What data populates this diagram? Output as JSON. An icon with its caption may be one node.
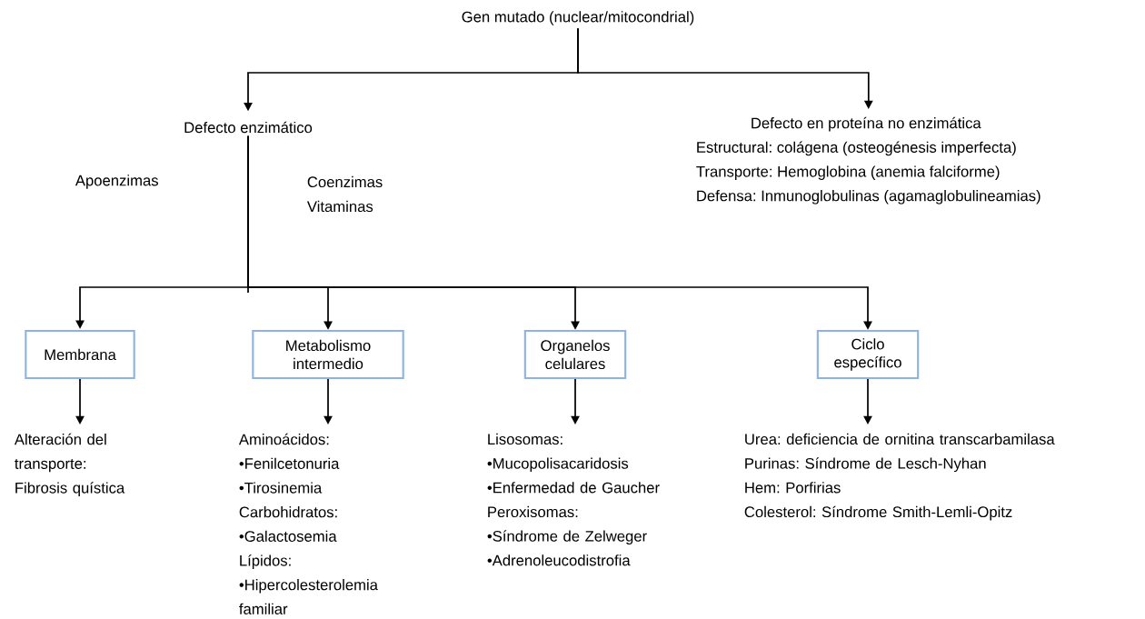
{
  "diagram": {
    "nodes": [
      {
        "text": [
          "Gen mutado (nuclear/mitocondrial)"
        ]
      },
      {
        "text": [
          "Defecto enzimático"
        ]
      },
      {
        "text": [
          "Defecto en proteína no enzimática",
          "Estructural: colágena (osteogénesis imperfecta)",
          "Transporte: Hemoglobina (anemia falciforme)",
          "Defensa: Inmunoglobulinas (agamaglobulineamias)"
        ]
      },
      {
        "text": [
          "Membrana"
        ]
      },
      {
        "text": [
          "Metabolismo intermedio"
        ]
      },
      {
        "text": [
          "Organelos celulares"
        ]
      },
      {
        "text": [
          "Ciclo específico"
        ]
      },
      {
        "text": [
          "Alteración del transporte:",
          "Fibrosis quística"
        ]
      },
      {
        "text": [
          "Aminoácidos:",
          "•Fenilcetonuria",
          "•Tirosinemia",
          "Carbohidratos:",
          "•Galactosemia",
          "Lípidos:",
          "•Hipercolesterolemia familiar"
        ]
      },
      {
        "text": [
          "Lisosomas:",
          "•Mucopolisacaridosis",
          "•Enfermedad de Gaucher",
          "Peroxisomas:",
          "•Síndrome de Zelweger",
          "•Adrenoleucodistrofia"
        ]
      },
      {
        "text": [
          "Urea: deficiencia de ornitina transcarbamilasa",
          "Purinas: Síndrome de Lesch-Nyhan",
          "Hem: Porfirias",
          "Colesterol: Síndrome Smith-Lemli-Opitz"
        ]
      }
    ],
    "edges": [
      {
        "from": 0,
        "to": 1,
        "arrow": "to"
      },
      {
        "from": 0,
        "to": 2,
        "arrow": "to"
      },
      {
        "from": 1,
        "to": 3,
        "arrow": "to"
      },
      {
        "from": 1,
        "to": 4,
        "arrow": "to"
      },
      {
        "from": 1,
        "to": 5,
        "arrow": "to"
      },
      {
        "from": 1,
        "to": 6,
        "arrow": "to"
      },
      {
        "from": 3,
        "to": 7,
        "arrow": "to"
      },
      {
        "from": 4,
        "to": 8,
        "arrow": "to"
      },
      {
        "from": 5,
        "to": 9,
        "arrow": "to"
      },
      {
        "from": 6,
        "to": 10,
        "arrow": "to"
      }
    ],
    "labels": [
      "Apoenzimas",
      "Coenzimas",
      "Vitaminas"
    ]
  }
}
